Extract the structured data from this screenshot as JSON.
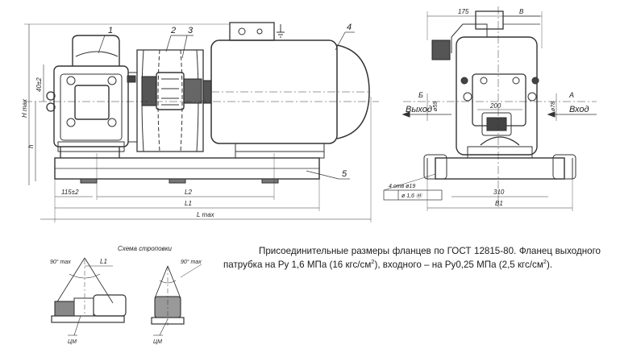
{
  "drawing": {
    "callouts": [
      "1",
      "2",
      "3",
      "4",
      "5"
    ],
    "main_view": {
      "dim_h_max": "H max",
      "dim_h": "h",
      "dim_40": "40±2",
      "dim_115": "115±2",
      "dim_l2": "L2",
      "dim_l1": "L1",
      "dim_lmax": "L max"
    },
    "side_view": {
      "dim_175": "175",
      "dim_b": "B",
      "dim_b1": "B1",
      "dim_310": "310",
      "dim_200": "200",
      "dim_d59": "ø59",
      "dim_d78": "ø78",
      "label_b": "Б",
      "label_a": "A",
      "outlet": "Выход",
      "inlet": "Вход",
      "holes": "4 отв ø19",
      "tolerance": "ø 1,6 Ⓜ"
    },
    "sling": {
      "title": "Схема строповки",
      "angle_left": "90° max",
      "angle_right": "90° max",
      "dim_l1": "L1",
      "cm_left": "ЦМ",
      "cm_right": "ЦМ"
    }
  },
  "caption": {
    "part1": "Присоединительные размеры фланцев по ГОСТ 12815-80. Фланец выходного патрубка на Ру 1,6 МПа (16 кгс/см",
    "sup1": "2",
    "part2": "), входного – на Ру0,25 МПа (2,5 кгс/см",
    "sup2": "2",
    "part3": ")."
  }
}
